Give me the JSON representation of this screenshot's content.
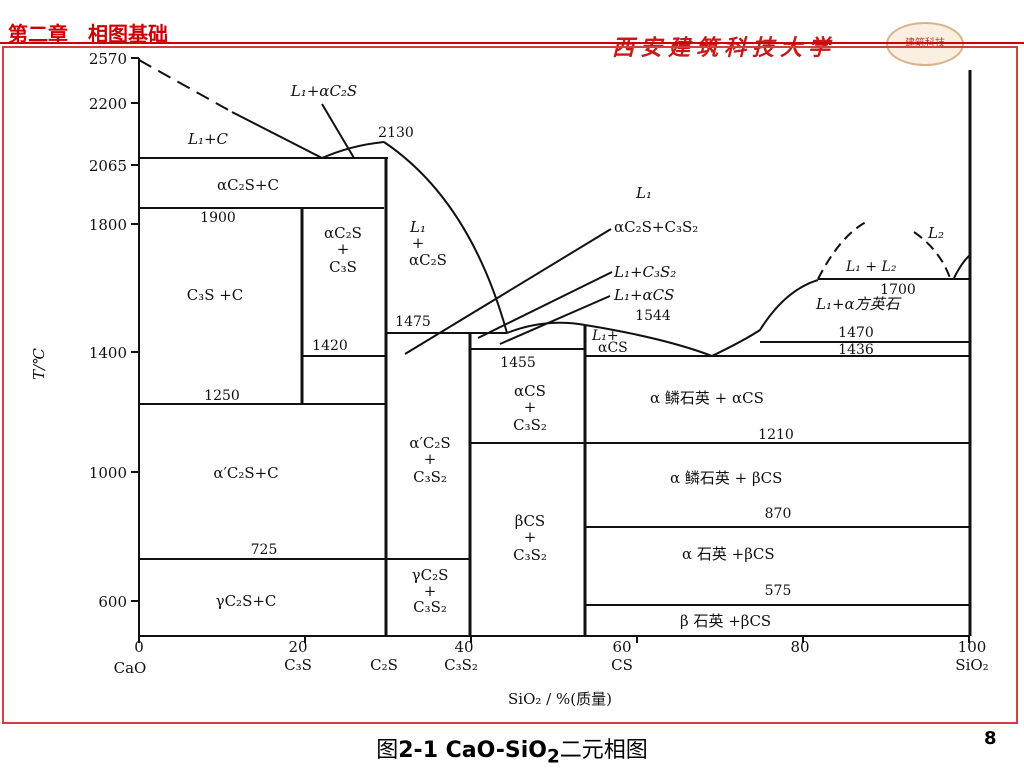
{
  "header": {
    "chapter_title": "第二章　相图基础",
    "university_logo": "西安建筑科技大学",
    "seal_text": "建筑科技"
  },
  "diagram": {
    "y_axis_label": "T/℃",
    "x_axis_label": "SiO₂ / %(质量)",
    "y_ticks": [
      "2570",
      "2200",
      "2065",
      "1800",
      "1400",
      "1000",
      "600"
    ],
    "x_ticks": [
      "0",
      "20",
      "40",
      "60",
      "80",
      "100"
    ],
    "x_compounds": [
      "CaO",
      "C₃S",
      "C₂S",
      "C₃S₂",
      "CS",
      "SiO₂"
    ],
    "temperatures": {
      "t2130": "2130",
      "t1900": "1900",
      "t1475": "1475",
      "t1420": "1420",
      "t1250": "1250",
      "t725": "725",
      "t1544": "1544",
      "t1455": "1455",
      "t1700": "1700",
      "t1470": "1470",
      "t1436": "1436",
      "t1210": "1210",
      "t870": "870",
      "t575": "575"
    },
    "regions": {
      "l1_c": "L₁+C",
      "l1_ac2s_top": "L₁+αC₂S",
      "ac2s_c": "αC₂S+C",
      "c3s_c": "C₃S +C",
      "ac2s_c3s_1": "αC₂S",
      "ac2s_c3s_2": "+",
      "ac2s_c3s_3": "C₃S",
      "l1_ac2s_1": "L₁",
      "l1_ac2s_2": "+",
      "l1_ac2s_3": "αC₂S",
      "a1c2s_c": "α′C₂S+C",
      "gc2s_c": "γC₂S+C",
      "a1c2s_c3s2_1": "α′C₂S",
      "a1c2s_c3s2_2": "+",
      "a1c2s_c3s2_3": "C₃S₂",
      "gc2s_c3s2_1": "γC₂S",
      "gc2s_c3s2_2": "+",
      "gc2s_c3s2_3": "C₃S₂",
      "acs_c3s2_1": "αCS",
      "acs_c3s2_2": "+",
      "acs_c3s2_3": "C₃S₂",
      "bcs_c3s2_1": "βCS",
      "bcs_c3s2_2": "+",
      "bcs_c3s2_3": "C₃S₂",
      "callout_l1": "L₁",
      "callout_ac2s_c3s2": "αC₂S+C₃S₂",
      "callout_l1_c3s2": "L₁+C₃S₂",
      "callout_l1_acs": "L₁+αCS",
      "l1_acs_small_1": "L₁+",
      "l1_acs_small_2": "αCS",
      "l2": "L₂",
      "l1_l2": "L₁ + L₂",
      "l1_cristobalite": "L₁+α方英石",
      "tridymite_acs": "α 鳞石英 + αCS",
      "tridymite_bcs": "α 鳞石英 + βCS",
      "aquartz_bcs": "α 石英 +βCS",
      "bquartz_bcs": "β 石英 +βCS"
    }
  },
  "caption": {
    "prefix": "图",
    "main": "2-1 CaO-SiO",
    "sub": "2",
    "suffix": "二元相图"
  },
  "page_number": "8"
}
